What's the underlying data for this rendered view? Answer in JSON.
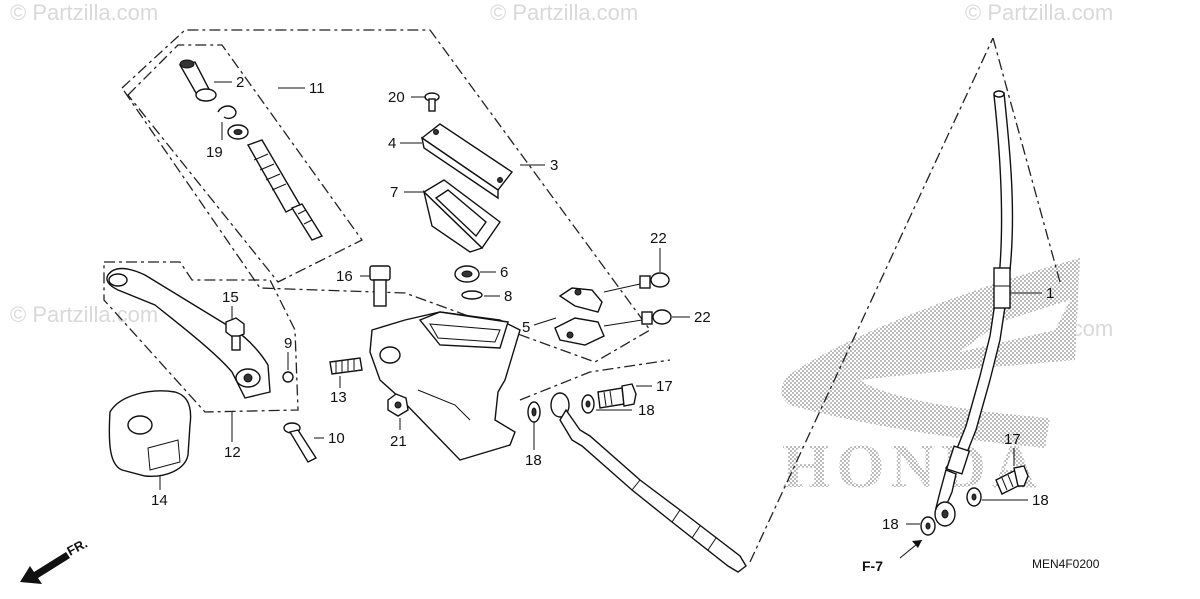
{
  "watermark": {
    "text": "© Partzilla.com"
  },
  "brand": {
    "text": "HONDA"
  },
  "diagram_code": "MEN4F0200",
  "figure_ref": "F-7",
  "front_marker": "FR.",
  "callouts": {
    "c1": "1",
    "c2": "2",
    "c3": "3",
    "c4": "4",
    "c5": "5",
    "c6": "6",
    "c7": "7",
    "c8": "8",
    "c9": "9",
    "c10": "10",
    "c11": "11",
    "c12": "12",
    "c13": "13",
    "c14": "14",
    "c15": "15",
    "c16": "16",
    "c17a": "17",
    "c17b": "17",
    "c18a": "18",
    "c18b": "18",
    "c18c": "18",
    "c18d": "18",
    "c19": "19",
    "c20": "20",
    "c21": "21",
    "c22a": "22",
    "c22b": "22"
  },
  "colors": {
    "line": "#111111",
    "watermark": "#d9d9d9",
    "wing_pattern": "#8c8c8c"
  }
}
